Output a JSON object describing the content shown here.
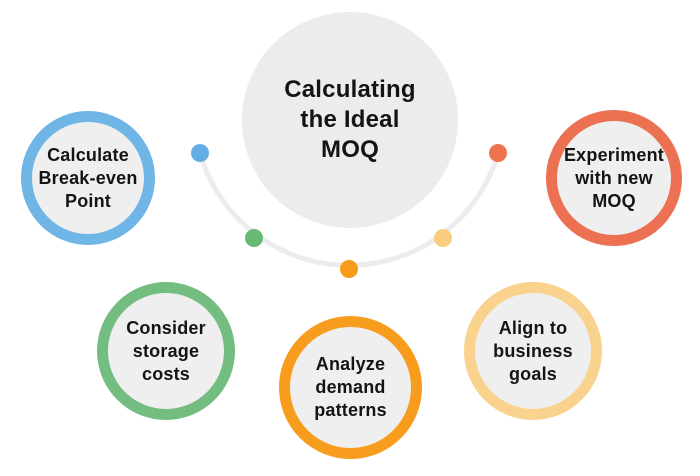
{
  "title": {
    "lines": [
      "Calculating",
      "the Ideal",
      "MOQ"
    ]
  },
  "colors": {
    "background": "#ffffff",
    "center_fill": "#ececec",
    "node_fill": "#efefef",
    "arc": "#ececec",
    "text": "#141414"
  },
  "nodes": [
    {
      "id": "calculate-break-even-point",
      "lines": [
        "Calculate",
        "Break-even",
        "Point"
      ],
      "ring_color": "#6fb5e5",
      "dot_color": "#64aee3"
    },
    {
      "id": "consider-storage-costs",
      "lines": [
        "Consider",
        "storage",
        "costs"
      ],
      "ring_color": "#74bd80",
      "dot_color": "#67ba74"
    },
    {
      "id": "analyze-demand-patterns",
      "lines": [
        "Analyze",
        "demand",
        "patterns"
      ],
      "ring_color": "#f79c1d",
      "dot_color": "#f89b1b"
    },
    {
      "id": "align-to-business-goals",
      "lines": [
        "Align to",
        "business",
        "goals"
      ],
      "ring_color": "#f9d28d",
      "dot_color": "#f8cd7e"
    },
    {
      "id": "experiment-with-new-moq",
      "lines": [
        "Experiment",
        "with new",
        "MOQ"
      ],
      "ring_color": "#ec7052",
      "dot_color": "#ee7450"
    }
  ]
}
